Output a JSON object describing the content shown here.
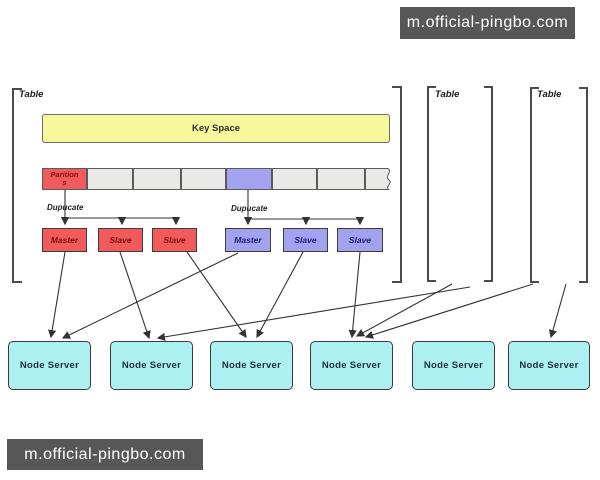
{
  "watermark": {
    "text": "m.official-pingbo.com"
  },
  "tables": [
    {
      "label": "Table"
    },
    {
      "label": "Table"
    },
    {
      "label": "Table"
    }
  ],
  "key_space": {
    "label": "Key Space"
  },
  "partition": {
    "label_line1": "Parition",
    "label_line2": "s",
    "segment_count": 8,
    "red_segment_index": 0,
    "purple_segment_index": 4
  },
  "duplicate_labels": {
    "left": "Dupucate",
    "right": "Dupucate"
  },
  "groups": {
    "red": {
      "boxes": [
        "Master",
        "Slave",
        "Slave"
      ]
    },
    "purple": {
      "boxes": [
        "Master",
        "Slave",
        "Slave"
      ]
    }
  },
  "node_servers": [
    "Node Server",
    "Node Server",
    "Node Server",
    "Node Server",
    "Node Server",
    "Node Server"
  ],
  "colors": {
    "wm_bg": "#575757",
    "wm_fg": "#ffffff",
    "yellow": "#f7f79b",
    "red": "#f15b5b",
    "red_ink": "#7e0f0f",
    "purple": "#a2a2ee",
    "purple_ink": "#202080",
    "gray_seg": "#e9e9e7",
    "cyan": "#adf0f2",
    "cyan_ink": "#1a2f42",
    "line": "#3a3a3a"
  }
}
